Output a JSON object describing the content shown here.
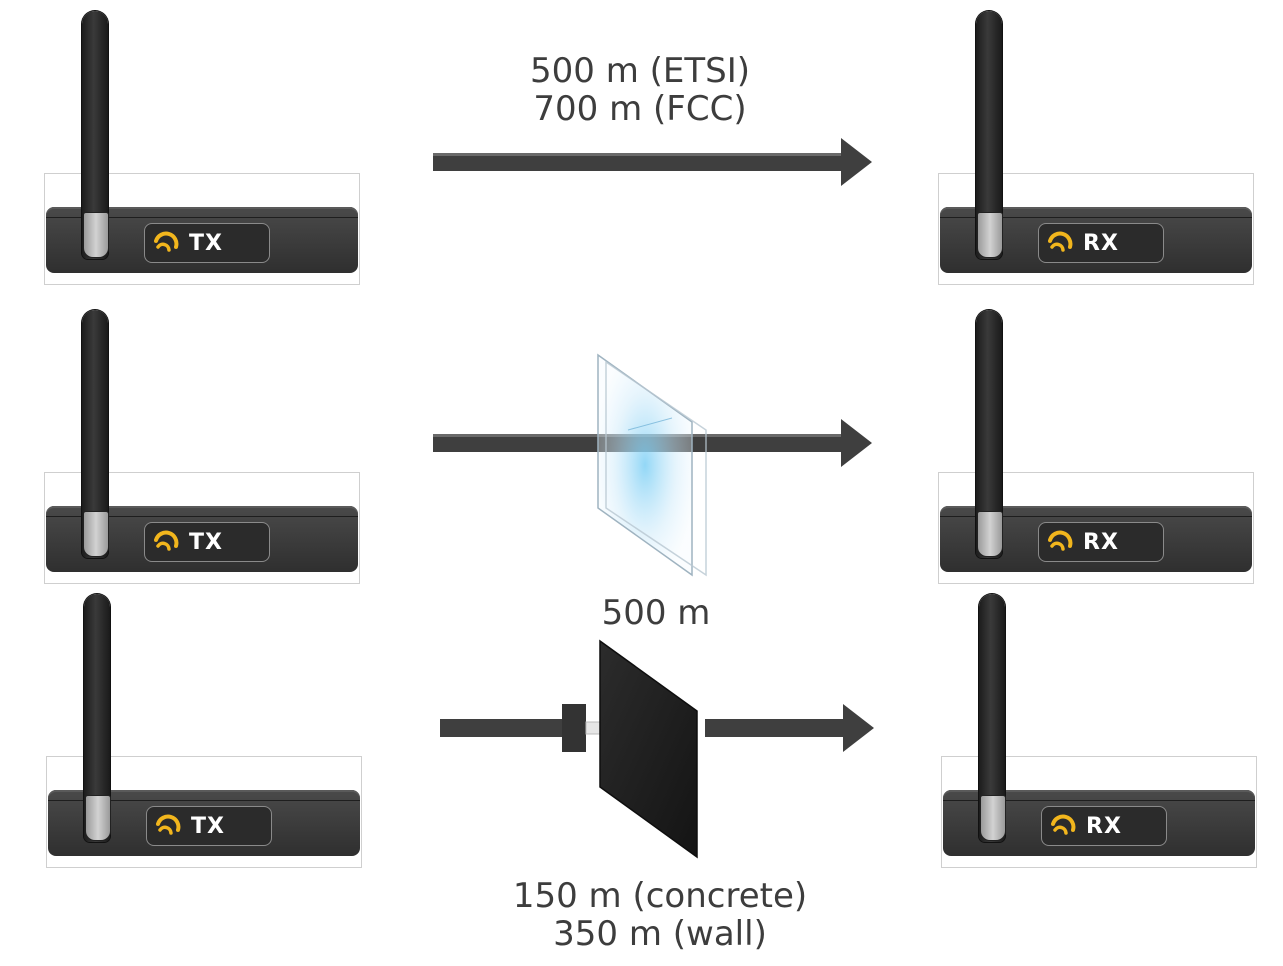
{
  "rows": [
    {
      "tx_label": "TX",
      "rx_label": "RX",
      "caption_lines": [
        "500 m (ETSI)",
        "700 m (FCC)"
      ],
      "obstacle": "none"
    },
    {
      "tx_label": "TX",
      "rx_label": "RX",
      "caption_lines": [
        "500 m"
      ],
      "obstacle": "glass"
    },
    {
      "tx_label": "TX",
      "rx_label": "RX",
      "caption_lines": [
        "150 m (concrete)",
        "350 m (wall)"
      ],
      "obstacle": "concrete-wall"
    }
  ],
  "colors": {
    "arrow": "#3f3f3f",
    "device_body": "#333333",
    "logo_yellow": "#f2b61d",
    "glass": "#bfe3f7",
    "wall": "#1f1f1f",
    "text": "#3d3d3d"
  }
}
